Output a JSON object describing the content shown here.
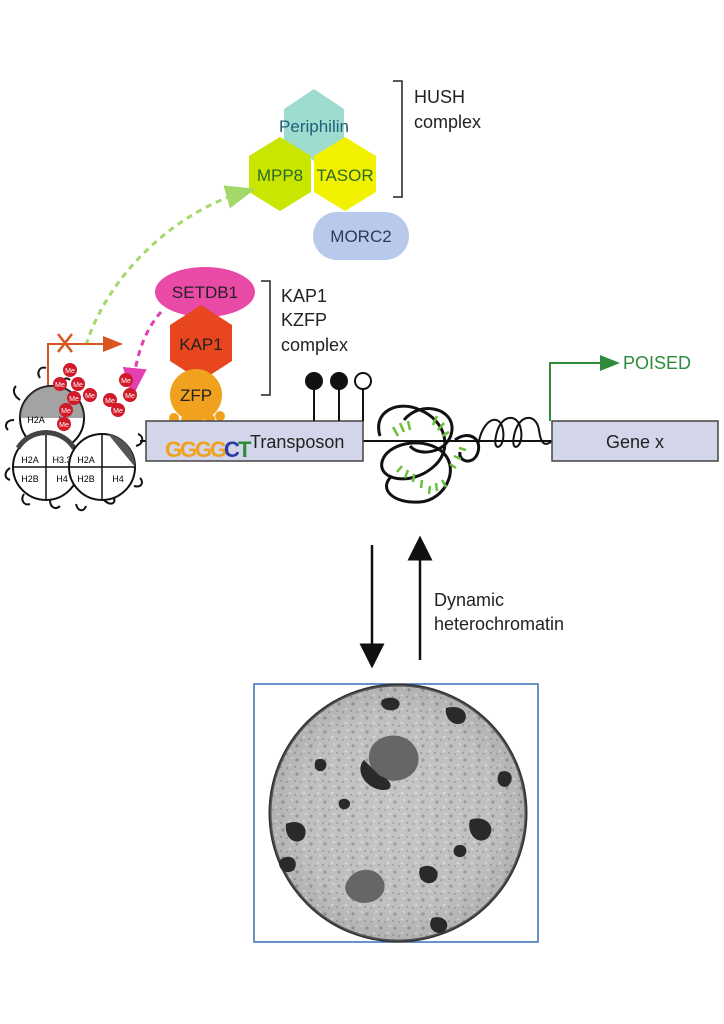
{
  "hush": {
    "label_line1": "HUSH",
    "label_line2": "complex",
    "periphilin": "Periphilin",
    "mpp8": "MPP8",
    "tasor": "TASOR",
    "morc2": "MORC2"
  },
  "kap1_complex": {
    "label_line1": "KAP1",
    "label_line2": "KZFP",
    "label_line3": "complex",
    "setdb1": "SETDB1",
    "kap1": "KAP1",
    "zfp": "ZFP"
  },
  "motif": [
    "G",
    "G",
    "G",
    "G",
    "C",
    "T"
  ],
  "histone_mark": "Me",
  "nucleosome_labels": {
    "h2a": "H2A",
    "h2b": "H2B",
    "h33": "H3.3",
    "h4": "H4",
    "h3_partial": "H"
  },
  "transposon_label": "Transposon",
  "gene_label": "Gene x",
  "poised_label": "POISED",
  "dynamic_line1": "Dynamic",
  "dynamic_line2": "heterochromatin",
  "colors": {
    "periphilin": "#9fdcd0",
    "mpp8": "#c8e600",
    "tasor": "#f2f200",
    "morc2": "#b8c9ec",
    "setdb1": "#e94aa6",
    "kap1": "#e8461e",
    "zfp": "#f0a11e",
    "dna_box": "#d3d6ea",
    "poised_green": "#2f8a3c",
    "methyl_red": "#d11a2a",
    "green_dashed": "#a5d86a",
    "pink_dashed": "#e23fb0",
    "orange_arrow": "#d9541e",
    "nucleus_frame": "#3a6fb5"
  }
}
